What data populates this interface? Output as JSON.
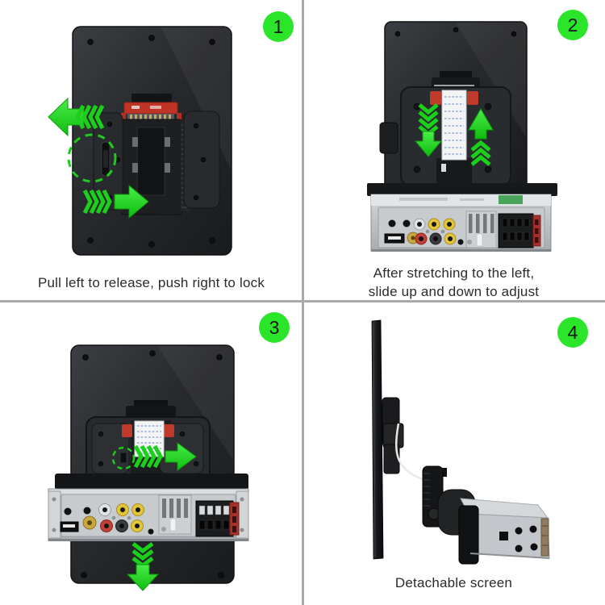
{
  "page": {
    "background": "#ffffff",
    "divider_color": "#a9a9a9",
    "accent_green": "#2be52b",
    "arrow_green": "#1fd41f",
    "caption_color": "#2b2b2b"
  },
  "panels": [
    {
      "badge": "1",
      "caption": "Pull left to release, push right to lock",
      "icons": [
        "arrow-left-icon",
        "dashed-circle-icon",
        "arrow-right-icon"
      ]
    },
    {
      "badge": "2",
      "caption_line1": "After stretching to the left,",
      "caption_line2": "slide up and down to adjust",
      "icons": [
        "arrow-down-icon",
        "arrow-up-icon"
      ]
    },
    {
      "badge": "3",
      "icons": [
        "dashed-circle-icon",
        "arrow-right-icon",
        "arrow-down-icon"
      ]
    },
    {
      "badge": "4",
      "caption": "Detachable screen",
      "icons": []
    }
  ]
}
